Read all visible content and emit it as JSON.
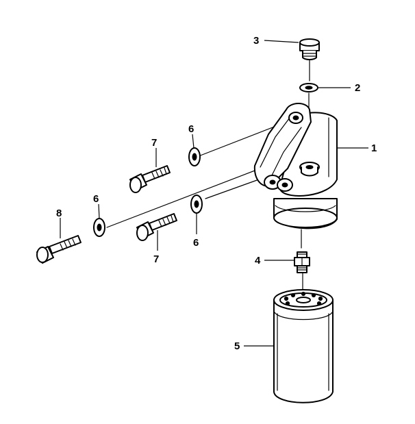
{
  "diagram": {
    "callouts": [
      {
        "id": "1",
        "text": "1"
      },
      {
        "id": "2",
        "text": "2"
      },
      {
        "id": "3",
        "text": "3"
      },
      {
        "id": "4",
        "text": "4"
      },
      {
        "id": "5",
        "text": "5"
      },
      {
        "id": "6a",
        "text": "6"
      },
      {
        "id": "6b",
        "text": "6"
      },
      {
        "id": "6c",
        "text": "6"
      },
      {
        "id": "7a",
        "text": "7"
      },
      {
        "id": "7b",
        "text": "7"
      },
      {
        "id": "8",
        "text": "8"
      }
    ]
  },
  "colors": {
    "line": "#000000",
    "background": "#ffffff"
  }
}
